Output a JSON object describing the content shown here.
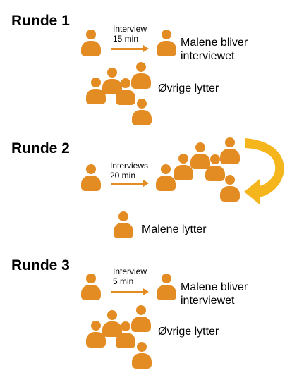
{
  "round1": {
    "title": "Runde 1",
    "arrow_line1": "Interview",
    "arrow_line2": "15 min",
    "interviewee_line1": "Malene bliver",
    "interviewee_line2": "interviewet",
    "listeners": "Øvrige lytter"
  },
  "round2": {
    "title": "Runde 2",
    "arrow_line1": "Interviews",
    "arrow_line2": "20 min",
    "listener": "Malene lytter"
  },
  "round3": {
    "title": "Runde 3",
    "arrow_line1": "Interview",
    "arrow_line2": "5 min",
    "interviewee_line1": "Malene bliver",
    "interviewee_line2": "interviewet",
    "listeners": "Øvrige lytter"
  },
  "colors": {
    "person": "#e48c24",
    "rotation_arrow": "#f5b51c"
  },
  "icons": {
    "person": "person-icon",
    "rotation": "curved-arrow-icon"
  }
}
